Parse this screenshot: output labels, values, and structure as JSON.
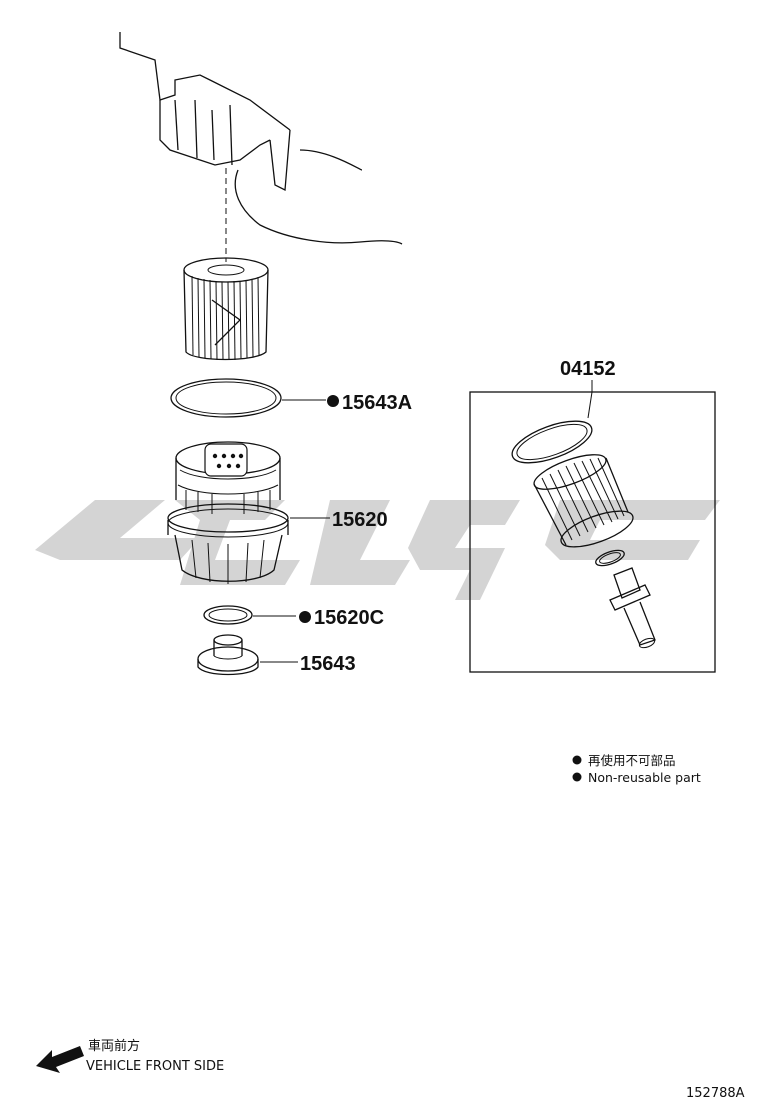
{
  "callouts": {
    "seal_ring": "15643A",
    "filter_cap": "15620",
    "cap_o_ring": "15620C",
    "drain_plug": "15643",
    "kit": "04152"
  },
  "legend": {
    "line_cn": "再使用不可部品",
    "line_en": "Non-reusable part",
    "bullet_icon": "filled-circle-icon"
  },
  "orientation": {
    "label_cn": "車両前方",
    "label_en": "VEHICLE FRONT SIDE",
    "arrow_icon": "arrow-left-down-icon"
  },
  "illustration_id": "152788A",
  "watermark_color": "#d4d4d4",
  "ink_color": "#111111"
}
